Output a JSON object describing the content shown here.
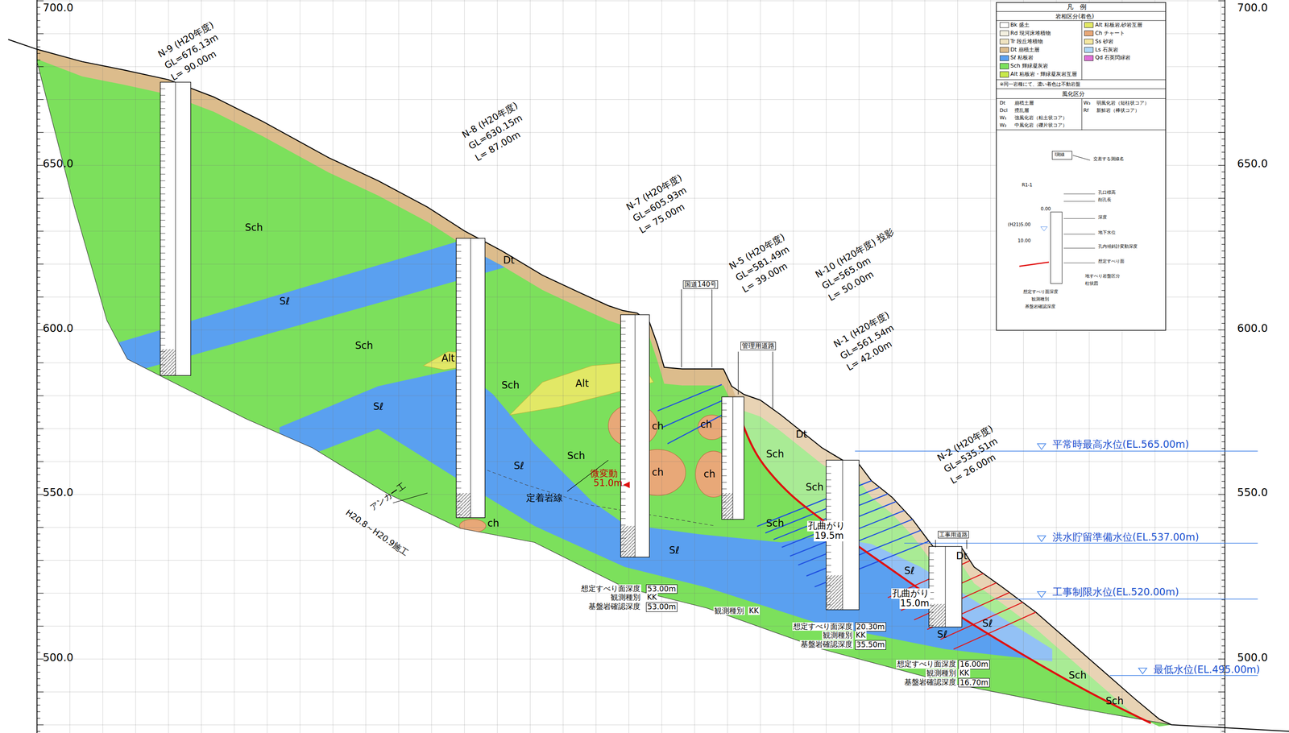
{
  "diagram": {
    "labels": [
      "700.0",
      "650.0",
      "600.0",
      "550.0",
      "500.0",
      "700.0",
      "650.0",
      "600.0",
      "550.0",
      "500.0",
      "N-9 (H20年度)",
      "GL=676.13m",
      "L= 90.00m",
      "N-8 (H20年度)",
      "GL=630.15m",
      "L= 87.00m",
      "N-7 (H20年度)",
      "GL=605.93m",
      "L= 75.00m",
      "N-5 (H20年度)",
      "GL=581.49m",
      "L= 39.00m",
      "N-10 (H20年度) 投影",
      "GL=565.0m",
      "L= 50.00m",
      "N-1 (H20年度)",
      "GL=561.54m",
      "L= 42.00m",
      "N-2 (H20年度)",
      "GL=535.51m",
      "L= 26.00m",
      "Sch",
      "Sℓ",
      "Sch",
      "Alt",
      "Sch",
      "Alt",
      "Sℓ",
      "Dt",
      "ch",
      "ch",
      "ch",
      "ch",
      "Sℓ",
      "Sch",
      "Sch",
      "Dt",
      "Sch",
      "Sch",
      "Sℓ",
      "Sℓ",
      "Sℓ",
      "Sℓ",
      "Sch",
      "Sch",
      "Dt",
      "ch",
      "微変動",
      "51.0m",
      "定着岩線",
      "アンカー工",
      "H20.8～H20.9施工",
      "孔曲がり",
      "19.5m",
      "孔曲がり",
      "15.0m",
      "国道140号",
      "管理用道路",
      "工事用道路",
      "想定すべり面深度",
      "53.00m",
      "観測種別",
      "KK",
      "基盤岩確認深度",
      "53.00m",
      "観測種別",
      "KK",
      "想定すべり面深度",
      "20.30m",
      "観測種別",
      "KK",
      "基盤岩確認深度",
      "35.50m",
      "想定すべり面深度",
      "16.00m",
      "観測種別",
      "KK",
      "基盤岩確認深度",
      "16.70m",
      "平常時最高水位(EL.565.00m)",
      "洪水貯留準備水位(EL.537.00m)",
      "工事制限水位(EL.520.00m)",
      "最低水位(EL.495.00m)",
      "凡　例",
      "岩相区分(着色)",
      "※同一岩種にて、濃い着色は不動岩盤",
      "風化区分",
      "Dt",
      "崩積土層",
      "W₃",
      "弱風化岩（短柱状コア）",
      "Dcl",
      "攪乱層",
      "Rf",
      "新鮮岩（棒状コア）",
      "W₁",
      "強風化岩（粘土状コア）",
      "W₂",
      "中風化岩（礫片状コア）",
      "I測線",
      "交差する測線名",
      "R1-1",
      "孔口標高",
      "削孔長",
      "0.00",
      "深度",
      "地下水位",
      "孔内傾斜計変動深度",
      "想定すべり面",
      "地すべり岩盤区分",
      "柱状図",
      "(H21)5.00",
      "10.00",
      "想定すべり面深度",
      "観測種別",
      "基盤岩確認深度"
    ],
    "legend": [
      {
        "text": "Bk 盛土",
        "color": "#ffffff"
      },
      {
        "text": "Rd 現河床堆積物",
        "color": "#f4f0e0"
      },
      {
        "text": "Tr 段丘堆積物",
        "color": "#efe3c0"
      },
      {
        "text": "Dt 崩積土層",
        "color": "#dcbc8c"
      },
      {
        "text": "Sℓ 粘板岩",
        "color": "#5aa0f0"
      },
      {
        "text": "Sch 輝緑凝灰岩",
        "color": "#7ce05c"
      },
      {
        "text": "Alt 粘板岩・輝緑凝灰岩互層",
        "color": "#c8e84a"
      },
      {
        "text": "Alt 粘板岩,砂岩互層",
        "color": "#e2e866"
      },
      {
        "text": "Ch チャート",
        "color": "#e8a878"
      },
      {
        "text": "Ss 砂岩",
        "color": "#f6e7a0"
      },
      {
        "text": "Ls 石灰岩",
        "color": "#b0d8f8"
      },
      {
        "text": "Qd 石英閃緑岩",
        "color": "#e070d8"
      }
    ]
  }
}
